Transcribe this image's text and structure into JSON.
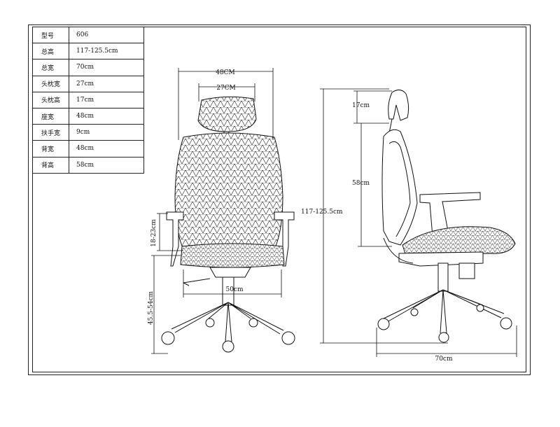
{
  "specs": [
    {
      "label": "型号",
      "value": "606"
    },
    {
      "label": "总高",
      "value": "117-125.5cm"
    },
    {
      "label": "总宽",
      "value": "70cm"
    },
    {
      "label": "头枕宽",
      "value": "27cm"
    },
    {
      "label": "头枕高",
      "value": "17cm"
    },
    {
      "label": "座宽",
      "value": "48cm"
    },
    {
      "label": "扶手宽",
      "value": "9cm"
    },
    {
      "label": "背宽",
      "value": "48cm"
    },
    {
      "label": "背高",
      "value": "58cm"
    }
  ],
  "front_view": {
    "width_label": "48CM",
    "headrest_width_label": "27CM",
    "armrest_height_label": "18-23cm",
    "seat_height_label": "45.5-54cm",
    "seat_width_label": "50cm"
  },
  "side_view": {
    "headrest_height_label": "17cm",
    "back_height_label": "58cm",
    "total_height_label": "117-125.5cm",
    "total_width_label": "70cm"
  },
  "colors": {
    "line": "#111111",
    "mesh": "#222222",
    "background": "#ffffff"
  }
}
